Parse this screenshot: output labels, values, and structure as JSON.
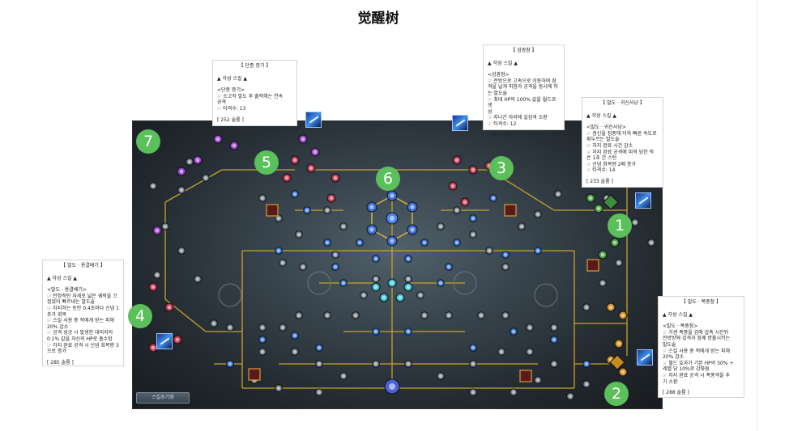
{
  "page": {
    "title": "觉醒树"
  },
  "markers": [
    "1",
    "2",
    "3",
    "4",
    "5",
    "6",
    "7"
  ],
  "tree": {
    "reset_label": "스킬초기화"
  },
  "tooltips": {
    "combo": {
      "title": "【 단종 증기 】",
      "header": "▲ 각성 스킬 ▲",
      "lines": [
        "<단종 증기>",
        "☞ 소고작 발도 후 출력해는 연속",
        "공격",
        "☞ 타격수: 13"
      ],
      "cost": "[ 252 솔륨 ]"
    },
    "flash": {
      "title": "【 섬광참 】",
      "header": "▲ 각성 스킬 ▲",
      "lines": [
        "<섬광참>",
        "☞ 전방으로 고속으로 이동하며 참",
        "격을 날게 피함과 공격을 동시에 하",
        "는 발도술",
        "☞ 최대 HP의 100% 값을 월드로 생",
        "성",
        "☞ 지나간 자리에 일섬격 소환",
        "☞ 타격수: 12"
      ],
      "cost": "[ 260 솔륨 ]"
    },
    "hunt": {
      "title": "【 발도 · 귀신사냥 】",
      "header": "▲ 각성 스킬 ▲",
      "lines": [
        "<발도 · 귀신사냥>",
        "☞ 정신을 집중해 더욱 빠른 속도로",
        "   휘두르는 발도술",
        "☞ 차지 완료 시간 감소",
        "☞ 차지 완료 공격에 피격 당한 적",
        "   은 1초 간 스턴",
        "☞ 신념 회복량 2배 증가",
        "☞ 타격수: 14"
      ],
      "cost": "[ 233 솔륨 ]"
    },
    "dragon": {
      "title": "【 발도 · 용결베기 】",
      "header": "▲ 각성 스킬 ▲",
      "lines": [
        "<발도 · 용결베기>",
        "☞ 안정적인 자세로 넓은 궤적을 끄",
        "집었어 빠르내는 발도술",
        "☞ 차지하는 동안 0.4초마다 신념 1",
        "추가 회복",
        "☞ 스킬 사용 중 적에게 받는 피해",
        "20% 감소",
        "☞ 공격 성공 시 발생한 대미지의",
        "0.1% 값을 자신의 HP로 흡수함",
        "☞ 차지 완료 공격 시 신념 회복량 3",
        "으로 증가"
      ],
      "cost": "[ 285 솔륨 ]"
    },
    "storm": {
      "title": "【 발도 · 폭풍참 】",
      "header": "▲ 각성 스킬 ▲",
      "lines": [
        "<발도 · 폭풍참>",
        "☞ 거센 폭풍을 검에 압축 시킨뒤",
        "전방방에 검격과 함께 방출시키는",
        "발도술",
        "☞ 스킬 사용 중 적에게 받는 피해",
        "20% 감소",
        "☞ 월드 효과가 기본 HP의 50% +",
        "레벨 당 10%로 강화됨",
        "☞ 차지 완료 공격 시 폭풍격을 추",
        "가 소환"
      ],
      "cost": "[ 288 솔륨 ]"
    }
  }
}
